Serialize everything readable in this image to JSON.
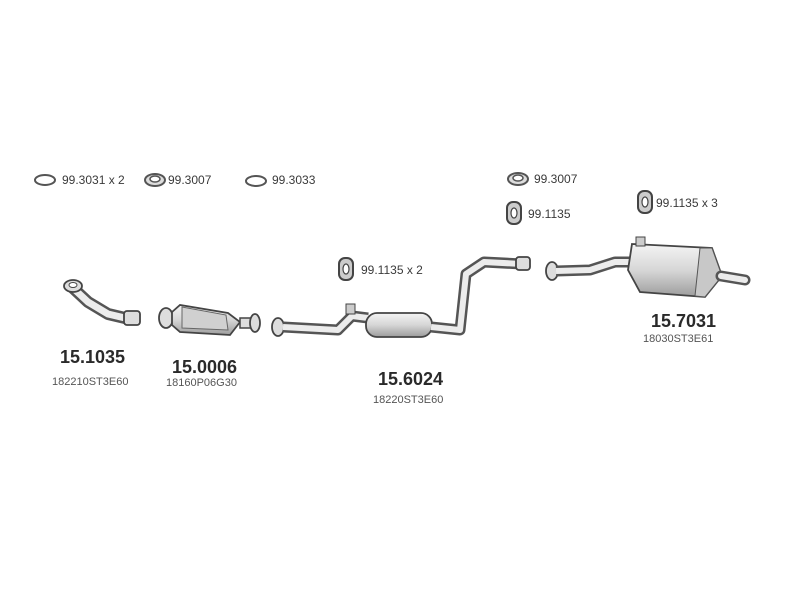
{
  "accessories": {
    "gasket_1": "99.3031 x 2",
    "ring_1": "99.3007",
    "gasket_2": "99.3033",
    "ring_2": "99.3007",
    "hanger_1": "99.1135",
    "hanger_2": "99.1135 x 3",
    "hanger_3": "99.1135 x 2"
  },
  "parts": {
    "front_pipe": {
      "number": "15.1035",
      "oem": "182210ST3E60"
    },
    "catalyst": {
      "number": "15.0006",
      "oem": "18160P06G30"
    },
    "center_pipe": {
      "number": "15.6024",
      "oem": "18220ST3E60"
    },
    "rear_muffler": {
      "number": "15.7031",
      "oem": "18030ST3E61"
    }
  },
  "colors": {
    "line": "#555555",
    "fill": "#e2e2e2",
    "shade": "#bdbdbd"
  }
}
